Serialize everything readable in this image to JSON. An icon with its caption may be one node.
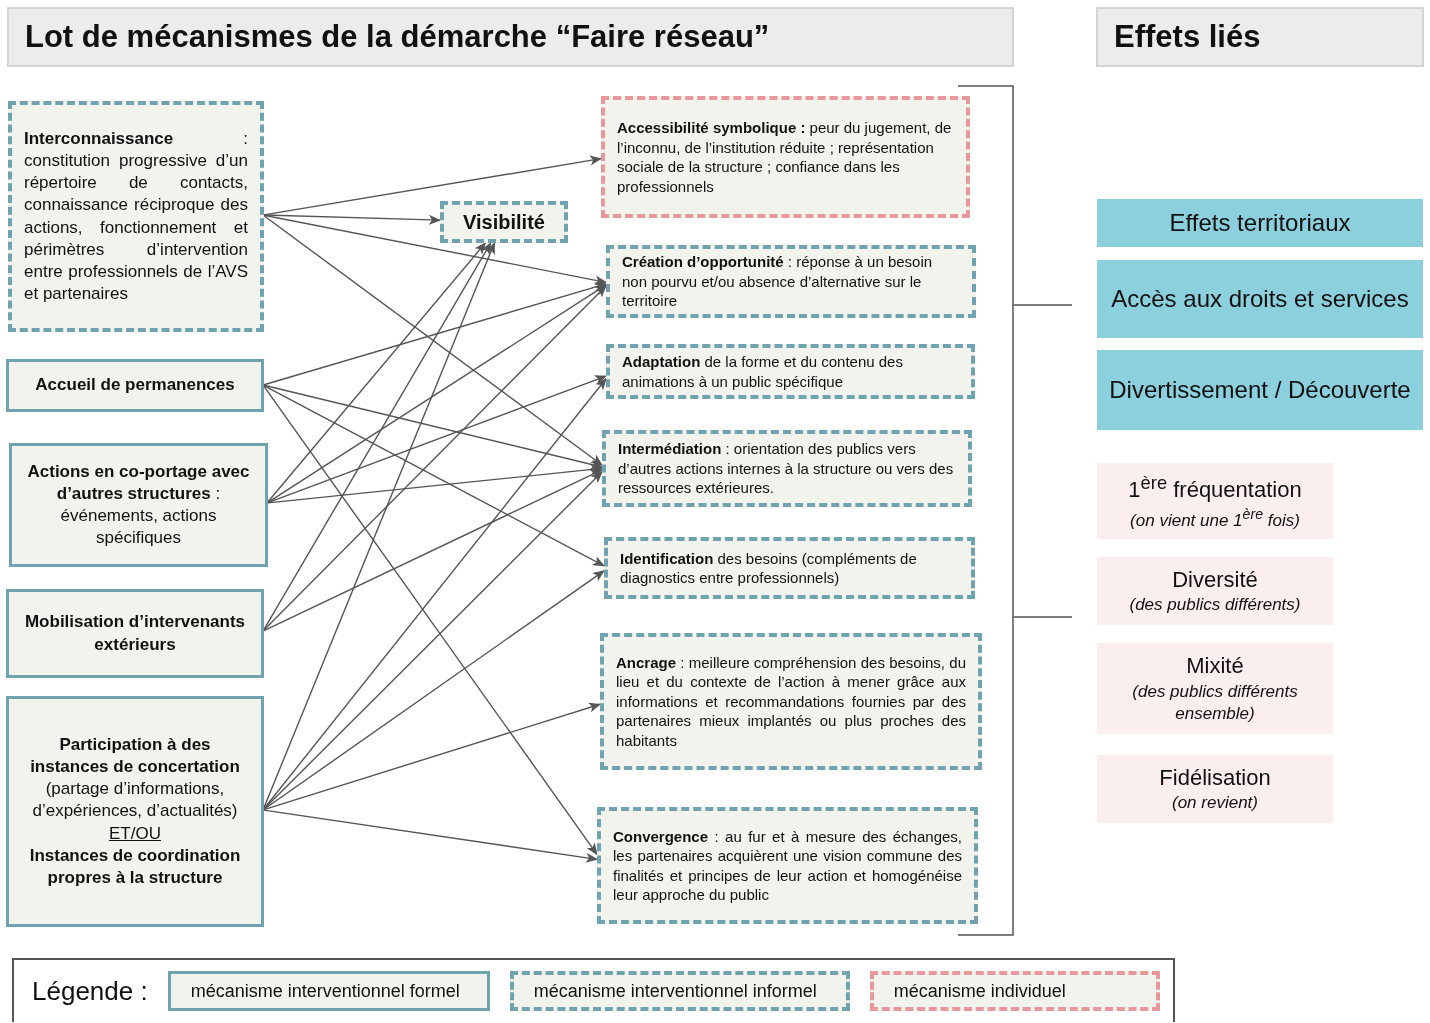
{
  "diagram": {
    "title": "Lot de mécanismes de la démarche “Faire réseau”",
    "nodes": [
      {
        "text": [
          "**Interconnaissance** : constitution progressive d’un répertoire de contacts, connaissance réciproque des actions, fonctionnement et périmètres d’intervention entre professionnels de l’AVS et partenaires"
        ]
      },
      {
        "text": [
          "Accueil de permanences"
        ]
      },
      {
        "text": [
          "**Actions en co-portage avec d’autres structures** : événements, actions spécifiques"
        ]
      },
      {
        "text": [
          "Mobilisation d’intervenants extérieurs"
        ]
      },
      {
        "text": [
          "**Participation à des instances de concertation** (partage d’informations, d’expériences, d’actualités)",
          "ET/OU",
          "**Instances de coordination propres à la structure**"
        ]
      },
      {
        "text": [
          "Visibilité"
        ]
      },
      {
        "text": [
          "**Accessibilité symbolique :** peur du jugement, de l’inconnu, de l’institution réduite ; représentation sociale de la structure ; confiance dans les professionnels"
        ]
      },
      {
        "text": [
          "**Création d’opportunité** : réponse à un besoin non pourvu et/ou absence d’alternative sur le territoire"
        ]
      },
      {
        "text": [
          "**Adaptation** de la forme et du contenu des animations à un public spécifique"
        ]
      },
      {
        "text": [
          "**Intermédiation** : orientation des publics vers d’autres actions internes à la structure ou vers des ressources extérieures."
        ]
      },
      {
        "text": [
          "**Identification** des besoins (compléments de diagnostics entre professionnels)"
        ]
      },
      {
        "text": [
          "**Ancrage** : meilleure compréhension des besoins, du lieu et du contexte de l’action à mener grâce aux informations et recommandations fournies par des partenaires mieux implantés ou plus proches des habitants"
        ]
      },
      {
        "text": [
          "**Convergence** : au fur et à mesure des échanges, les partenaires acquièrent une vision commune des finalités et principes de leur action et homogénéise leur approche du public"
        ]
      },
      {
        "text": [
          "Effets territoriaux"
        ]
      },
      {
        "text": [
          "Accès aux droits et services"
        ]
      },
      {
        "text": [
          "Divertissement / Découverte"
        ]
      },
      {
        "text": [
          "1$^{ère}$ fréquentation",
          "(on vient une 1$^{ère}$ fois)"
        ]
      },
      {
        "text": [
          "Diversité",
          "(des publics différents)"
        ]
      },
      {
        "text": [
          "Mixité",
          "(des publics différents ensemble)"
        ]
      },
      {
        "text": [
          "Fidélisation",
          "(on revient)"
        ]
      }
    ],
    "edges": [
      {
        "from": 0,
        "to": 6,
        "arrow": "to"
      },
      {
        "from": 0,
        "to": 5,
        "arrow": "to"
      },
      {
        "from": 0,
        "to": 7,
        "arrow": "to"
      },
      {
        "from": 0,
        "to": 9,
        "arrow": "to"
      },
      {
        "from": 1,
        "to": 7,
        "arrow": "to"
      },
      {
        "from": 1,
        "to": 9,
        "arrow": "to"
      },
      {
        "from": 1,
        "to": 10,
        "arrow": "to"
      },
      {
        "from": 1,
        "to": 12,
        "arrow": "to"
      },
      {
        "from": 2,
        "to": 5,
        "arrow": "to"
      },
      {
        "from": 2,
        "to": 7,
        "arrow": "to"
      },
      {
        "from": 2,
        "to": 8,
        "arrow": "to"
      },
      {
        "from": 2,
        "to": 9,
        "arrow": "to"
      },
      {
        "from": 3,
        "to": 5,
        "arrow": "to"
      },
      {
        "from": 3,
        "to": 7,
        "arrow": "to"
      },
      {
        "from": 3,
        "to": 9,
        "arrow": "to"
      },
      {
        "from": 4,
        "to": 5,
        "arrow": "to"
      },
      {
        "from": 4,
        "to": 8,
        "arrow": "to"
      },
      {
        "from": 4,
        "to": 9,
        "arrow": "to"
      },
      {
        "from": 4,
        "to": 10,
        "arrow": "to"
      },
      {
        "from": 4,
        "to": 11,
        "arrow": "to"
      },
      {
        "from": 4,
        "to": 12,
        "arrow": "to"
      }
    ],
    "labels": [
      "Effets liés",
      "Légende :"
    ],
    "legend": [
      {
        "text": "mécanisme interventionnel formel"
      },
      {
        "text": "mécanisme interventionnel informel"
      },
      {
        "text": "mécanisme individuel"
      }
    ]
  }
}
